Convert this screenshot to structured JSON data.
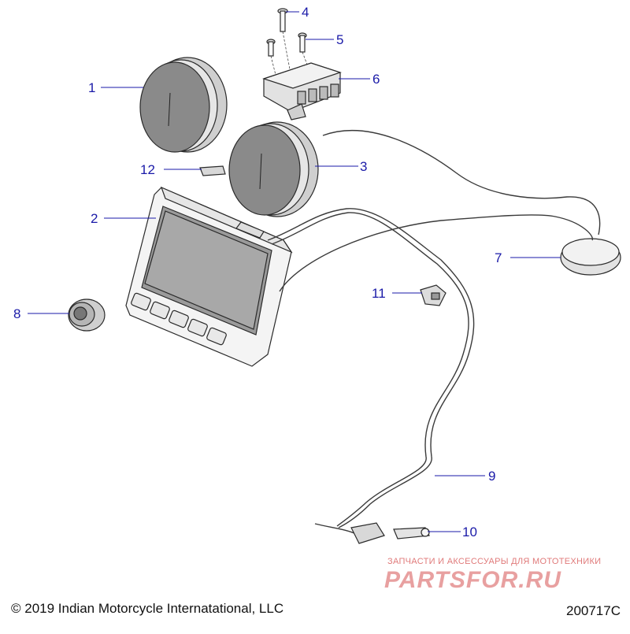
{
  "callouts": [
    {
      "id": "1",
      "label": "1"
    },
    {
      "id": "2",
      "label": "2"
    },
    {
      "id": "3",
      "label": "3"
    },
    {
      "id": "4",
      "label": "4"
    },
    {
      "id": "5",
      "label": "5"
    },
    {
      "id": "6",
      "label": "6"
    },
    {
      "id": "7",
      "label": "7"
    },
    {
      "id": "8",
      "label": "8"
    },
    {
      "id": "9",
      "label": "9"
    },
    {
      "id": "10",
      "label": "10"
    },
    {
      "id": "11",
      "label": "11"
    },
    {
      "id": "12",
      "label": "12"
    }
  ],
  "footer": {
    "copyright": "© 2019 Indian Motorcycle Internatational, LLC",
    "drawing_number": "200717C"
  },
  "watermark": {
    "tagline": "ЗАПЧАСТИ И АКСЕССУАРЫ ДЛЯ МОТОТЕХНИКИ",
    "logo": "PARTSFOR.RU"
  },
  "colors": {
    "callout": "#1a1aa8",
    "line_art": "#2a2a2a",
    "watermark": "#e8a0a0"
  }
}
